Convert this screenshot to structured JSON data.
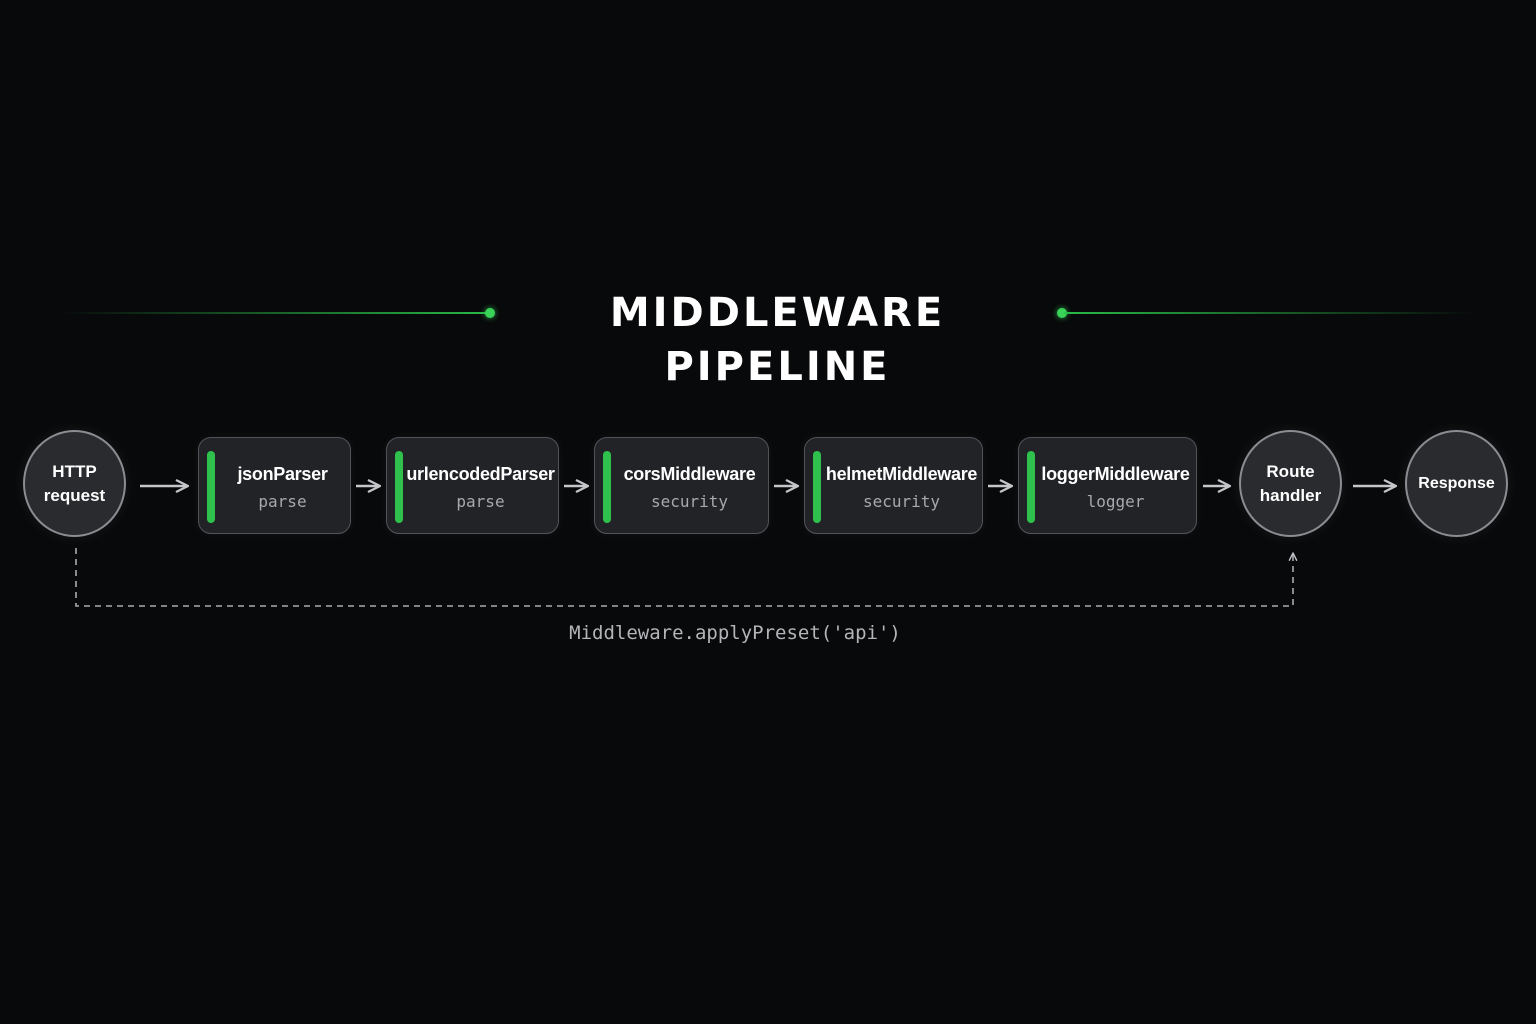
{
  "title": "MIDDLEWARE PIPELINE",
  "colors": {
    "accent": "#2ec24d",
    "background": "#08090a",
    "node_fill": "#2a2b2e",
    "node_border": "#8a8d91",
    "box_fill": "#222326",
    "connector": "#bfc1c4"
  },
  "nodes": {
    "http_request": {
      "label": "HTTP\nrequest"
    },
    "route_handler": {
      "label": "Route\nhandler"
    },
    "response": {
      "label": "Response"
    }
  },
  "middlewares": [
    {
      "name": "jsonParser",
      "tag": "parse"
    },
    {
      "name": "urlencodedParser",
      "tag": "parse"
    },
    {
      "name": "corsMiddleware",
      "tag": "security"
    },
    {
      "name": "helmetMiddleware",
      "tag": "security"
    },
    {
      "name": "loggerMiddleware",
      "tag": "logger"
    }
  ],
  "preset": {
    "label": "Middleware.applyPreset('api')"
  }
}
